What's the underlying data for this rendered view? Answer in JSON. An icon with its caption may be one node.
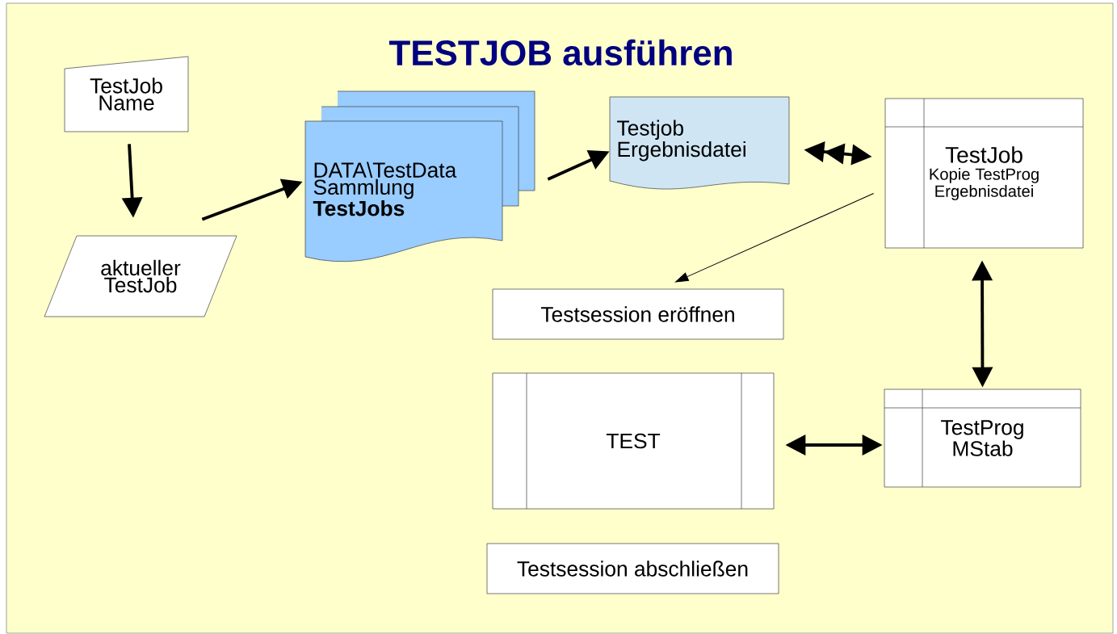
{
  "diagram": {
    "title": "TESTJOB ausführen",
    "nodes": [
      {
        "text": [
          "TestJob Name"
        ]
      },
      {
        "text": [
          "aktueller TestJob"
        ]
      },
      {
        "text": [
          "DATA\\TestData Sammlung **TestJobs**"
        ]
      },
      {
        "text": [
          "Testjob Ergebnisdatei"
        ]
      },
      {
        "text": [
          "TestJob",
          "Kopie TestProg Ergebnisdatei"
        ]
      },
      {
        "text": [
          "Testsession eröffnen"
        ]
      },
      {
        "text": [
          "TEST"
        ]
      },
      {
        "text": [
          "TestProg MStab"
        ]
      },
      {
        "text": [
          "Testsession abschließen"
        ]
      }
    ],
    "edges": [
      {
        "from": 0,
        "to": 1,
        "arrow": "to"
      },
      {
        "from": 1,
        "to": 2,
        "arrow": "to"
      },
      {
        "from": 2,
        "to": 3,
        "arrow": "to"
      },
      {
        "from": 3,
        "to": 4,
        "arrow": "both"
      },
      {
        "from": 4,
        "to": 5,
        "arrow": "to"
      },
      {
        "from": 4,
        "to": 7,
        "arrow": "both"
      },
      {
        "from": 6,
        "to": 7,
        "arrow": "both"
      }
    ]
  }
}
